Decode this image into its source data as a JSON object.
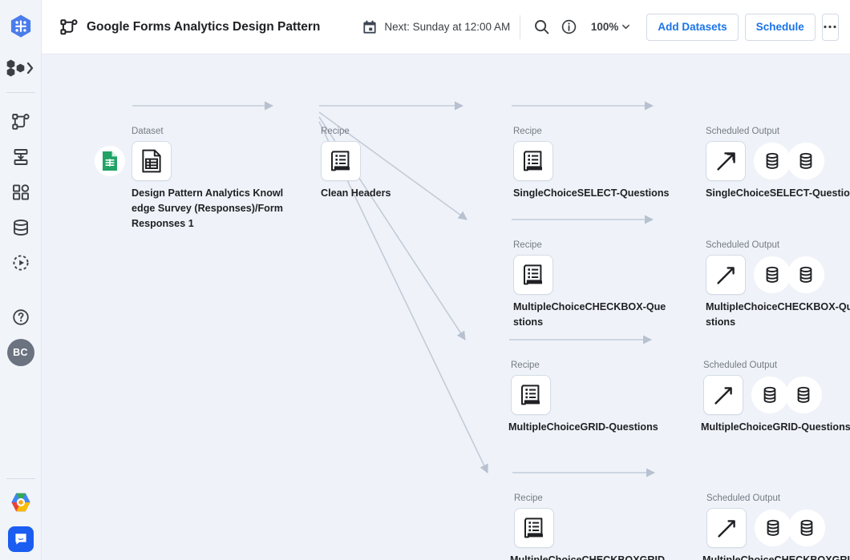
{
  "app": {
    "accent": "#1a73e8",
    "canvas_bg": "#eff3f9",
    "rail_bg": "#f1f4f9"
  },
  "rail": {
    "logo_name": "google-cloud-dataprep-logo",
    "items": [
      {
        "name": "flows-icon",
        "label": "Flows"
      },
      {
        "name": "plans-icon",
        "label": "Plans"
      },
      {
        "name": "connections-icon",
        "label": "Connections"
      },
      {
        "name": "library-icon",
        "label": "Library"
      },
      {
        "name": "jobs-icon",
        "label": "Job History"
      },
      {
        "name": "help-icon",
        "label": "Help"
      }
    ],
    "workspace_switcher_label": "",
    "avatar_initials": "BC",
    "cloud_logo_name": "google-cloud-logo",
    "chat_name": "chat-bubble-icon"
  },
  "header": {
    "flow_icon": "flow-icon",
    "title": "Google Forms Analytics Design Pattern",
    "schedule_icon": "calendar-icon",
    "schedule_text": "Next: Sunday at 12:00 AM",
    "search_icon": "search-icon",
    "info_icon": "info-icon",
    "zoom_level": "100%",
    "zoom_caret": "chevron-down-icon",
    "add_datasets_label": "Add Datasets",
    "schedule_label": "Schedule",
    "more_label": "…"
  },
  "flow": {
    "types": {
      "dataset": "Dataset",
      "recipe": "Recipe",
      "output": "Scheduled Output"
    },
    "source": {
      "type": "Dataset",
      "label": "Design Pattern Analytics Knowl\nedge Survey (Responses)/Form\nResponses 1",
      "badge": "google-sheets-icon",
      "icon": "dataset-icon"
    },
    "clean": {
      "type": "Recipe",
      "label": "Clean Headers",
      "icon": "recipe-icon"
    },
    "branches": [
      {
        "recipe": {
          "type": "Recipe",
          "label": "SingleChoiceSELECT-Questions",
          "icon": "recipe-icon"
        },
        "output": {
          "type": "Scheduled Output",
          "label": "SingleChoiceSELECT-Questions",
          "icon": "output-icon"
        },
        "destinations": [
          "database-icon",
          "database-icon"
        ]
      },
      {
        "recipe": {
          "type": "Recipe",
          "label": "MultipleChoiceCHECKBOX-Que\nstions",
          "icon": "recipe-icon"
        },
        "output": {
          "type": "Scheduled Output",
          "label": "MultipleChoiceCHECKBOX-Que\nstions",
          "icon": "output-icon"
        },
        "destinations": [
          "database-icon",
          "database-icon"
        ]
      },
      {
        "recipe": {
          "type": "Recipe",
          "label": "MultipleChoiceGRID-Questions",
          "icon": "recipe-icon"
        },
        "output": {
          "type": "Scheduled Output",
          "label": "MultipleChoiceGRID-Questions",
          "icon": "output-icon"
        },
        "destinations": [
          "database-icon",
          "database-icon"
        ]
      },
      {
        "recipe": {
          "type": "Recipe",
          "label": "MultipleChoiceCHECKBOXGRID\n-Questions",
          "icon": "recipe-icon"
        },
        "output": {
          "type": "Scheduled Output",
          "label": "MultipleChoiceCHECKBOXGRID\n-Questions",
          "icon": "output-icon"
        },
        "destinations": [
          "database-icon",
          "database-icon"
        ]
      }
    ]
  }
}
